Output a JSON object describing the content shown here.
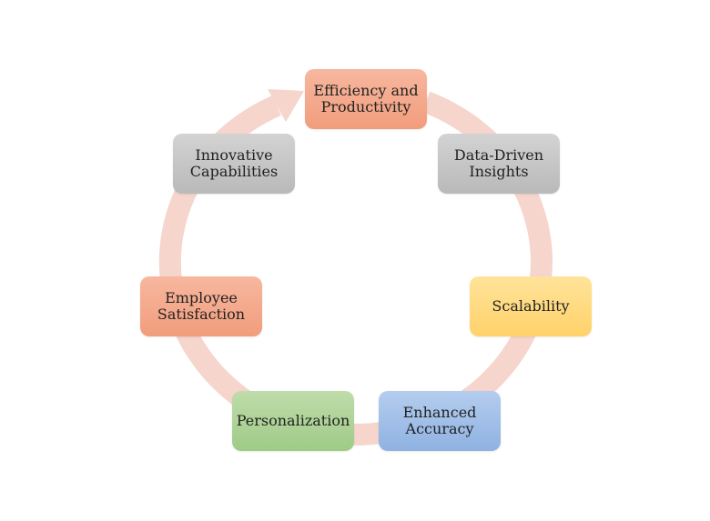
{
  "diagram": {
    "type": "cycle",
    "ring_color": "#f5d5cc",
    "nodes": [
      {
        "id": "efficiency",
        "label": "Efficiency and Productivity",
        "color": "#f4a788"
      },
      {
        "id": "data_driven",
        "label": "Data-Driven Insights",
        "color": "#c6c6c6"
      },
      {
        "id": "scalability",
        "label": "Scalability",
        "color": "#ffd97e"
      },
      {
        "id": "accuracy",
        "label": "Enhanced Accuracy",
        "color": "#a3c0e8"
      },
      {
        "id": "personalization",
        "label": "Personalization",
        "color": "#aed396"
      },
      {
        "id": "employee",
        "label": "Employee Satisfaction",
        "color": "#f4a788"
      },
      {
        "id": "innovative",
        "label": "Innovative Capabilities",
        "color": "#c6c6c6"
      }
    ]
  }
}
